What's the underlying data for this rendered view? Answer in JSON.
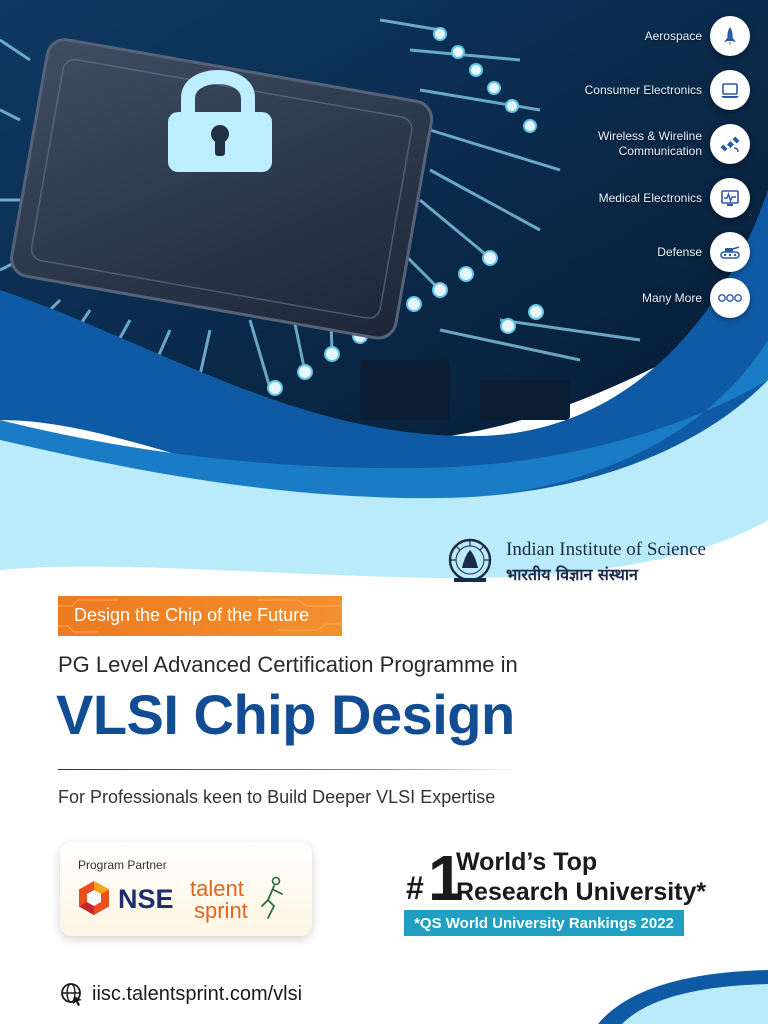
{
  "applications": [
    {
      "label": "Aerospace",
      "icon": "rocket-icon"
    },
    {
      "label": "Consumer Electronics",
      "icon": "laptop-icon"
    },
    {
      "label": "Wireless & Wireline Communication",
      "icon": "satellite-icon"
    },
    {
      "label": "Medical Electronics",
      "icon": "monitor-icon"
    },
    {
      "label": "Defense",
      "icon": "tank-icon"
    },
    {
      "label": "Many More",
      "icon": "more-icon"
    }
  ],
  "institute": {
    "name_en": "Indian Institute of Science",
    "name_hi": "भारतीय विज्ञान संस्थान"
  },
  "tagline": "Design the Chip of the Future",
  "subtitle": "PG Level Advanced Certification Programme in",
  "title": "VLSI Chip Design",
  "audience": "For Professionals keen to Build Deeper VLSI Expertise",
  "partner": {
    "label": "Program Partner",
    "nse": "NSE",
    "talent": "talent",
    "sprint": "sprint"
  },
  "ranking": {
    "hash": "#",
    "number": "1",
    "line1": "World’s Top",
    "line2": "Research University*",
    "note": "*QS World University Rankings 2022"
  },
  "website": "iisc.talentsprint.com/vlsi",
  "colors": {
    "brand_blue": "#124c93",
    "accent_orange": "#ef7d22",
    "rank_teal": "#1f9fc1",
    "hero_dark": "#0b2a4c"
  }
}
